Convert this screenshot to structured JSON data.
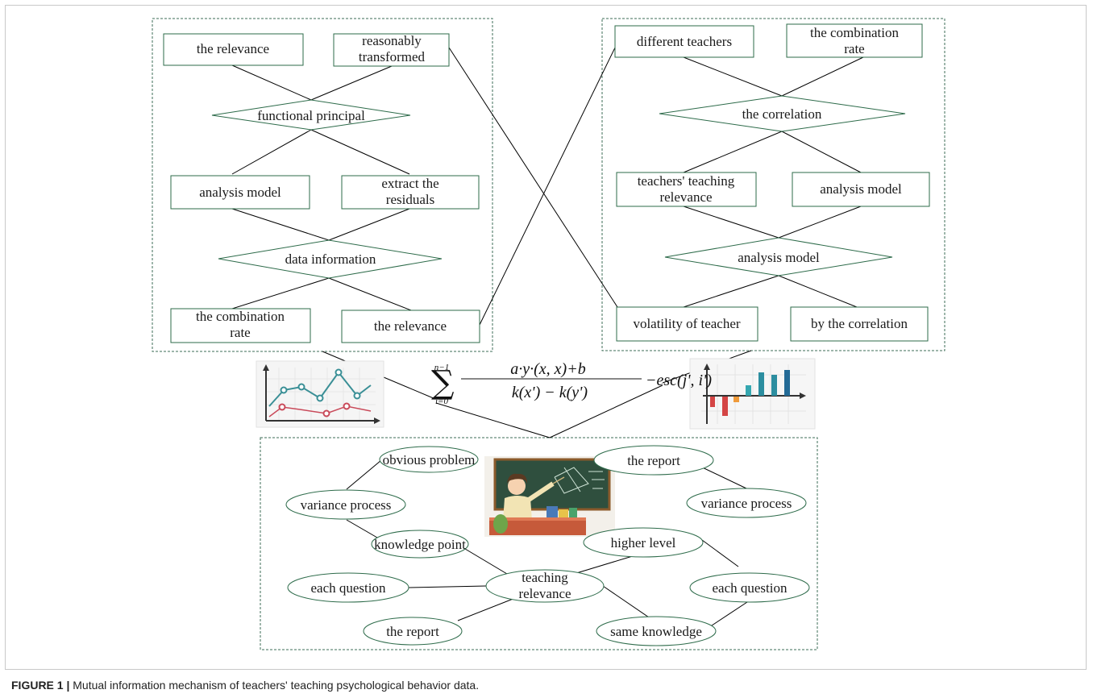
{
  "left_panel": {
    "row1": [
      "the relevance",
      [
        "reasonably",
        "transformed"
      ]
    ],
    "diamond1": "functional principal",
    "row2": [
      "analysis model",
      [
        "extract the",
        "residuals"
      ]
    ],
    "diamond2": "data information",
    "row3": [
      [
        "the combination",
        "rate"
      ],
      "the relevance"
    ]
  },
  "right_panel": {
    "row1": [
      "different teachers",
      [
        "the combination",
        "rate"
      ]
    ],
    "diamond1": "the correlation",
    "row2": [
      [
        "teachers' teaching",
        "relevance"
      ],
      "analysis model"
    ],
    "diamond2": "analysis model",
    "row3": [
      "volatility of teacher",
      "by the correlation"
    ]
  },
  "formula": {
    "sum_upper": "n−1",
    "sum_lower": "i=0",
    "numerator": "a·y·(x, x)+b",
    "denominator": "k(x') − k(y')",
    "tail": "−esc(j', i')"
  },
  "bottom_panel": {
    "obvious_problem": "obvious problem",
    "variance_process_left": "variance process",
    "knowledge_point": "knowledge point",
    "each_question_left": "each question",
    "teaching_relevance": [
      "teaching",
      "relevance"
    ],
    "the_report_bottom": "the report",
    "the_report_top": "the report",
    "variance_process_right": "variance process",
    "higher_level": "higher level",
    "each_question_right": "each question",
    "same_knowledge": "same knowledge"
  },
  "caption": {
    "label": "FIGURE 1 |",
    "text": "Mutual information mechanism of teachers' teaching psychological behavior data."
  },
  "colors": {
    "box_stroke": "#2d6b4a",
    "dashed": "#3d6e57",
    "line": "#000000",
    "line_chart_teal": "#3a8f96",
    "line_chart_red": "#c94a5a",
    "bar_teal": "#35a7b0",
    "bar_navy": "#236a96",
    "bar_red": "#d44545",
    "bar_orange": "#ef9a3a"
  }
}
